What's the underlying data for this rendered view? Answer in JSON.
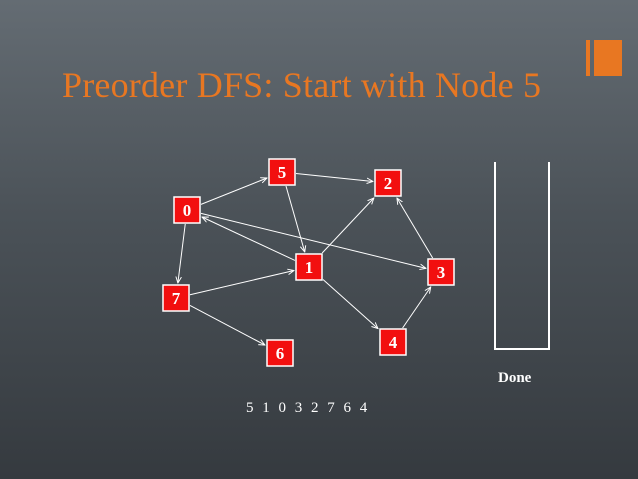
{
  "slide": {
    "title": "Preorder DFS: Start with Node 5",
    "stack_label": "Done",
    "traversal_order": "5 1 0 3 2 7 6 4"
  },
  "graph": {
    "nodes": [
      {
        "id": "5",
        "label": "5"
      },
      {
        "id": "2",
        "label": "2"
      },
      {
        "id": "0",
        "label": "0"
      },
      {
        "id": "1",
        "label": "1"
      },
      {
        "id": "3",
        "label": "3"
      },
      {
        "id": "7",
        "label": "7"
      },
      {
        "id": "4",
        "label": "4"
      },
      {
        "id": "6",
        "label": "6"
      }
    ],
    "edges": [
      {
        "from": "0",
        "to": "5"
      },
      {
        "from": "5",
        "to": "2"
      },
      {
        "from": "5",
        "to": "1"
      },
      {
        "from": "1",
        "to": "0"
      },
      {
        "from": "0",
        "to": "3"
      },
      {
        "from": "0",
        "to": "7"
      },
      {
        "from": "1",
        "to": "2"
      },
      {
        "from": "3",
        "to": "2"
      },
      {
        "from": "7",
        "to": "1"
      },
      {
        "from": "1",
        "to": "4"
      },
      {
        "from": "4",
        "to": "3"
      },
      {
        "from": "7",
        "to": "6"
      }
    ]
  },
  "colors": {
    "accent": "#e87722",
    "node_fill": "#f20f0f",
    "text": "#ffffff"
  }
}
